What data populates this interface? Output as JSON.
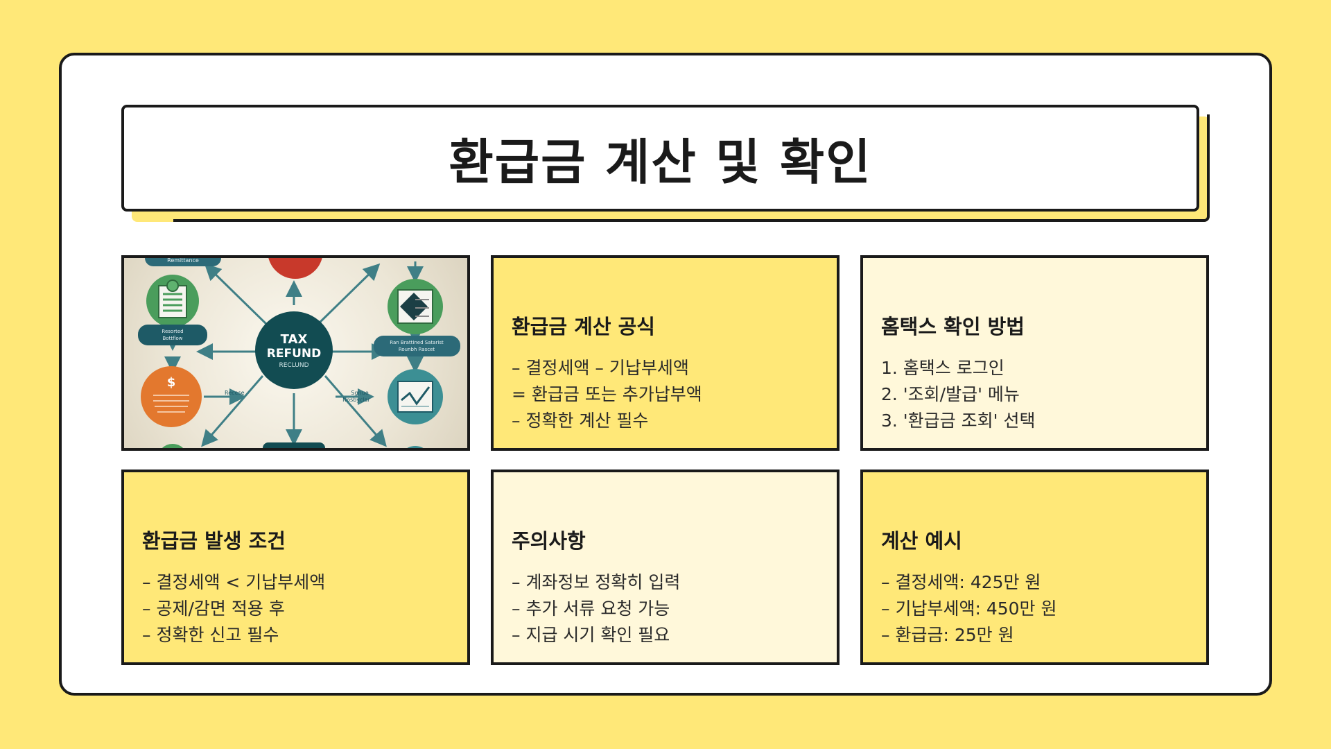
{
  "title": "환급금 계산 및 확인",
  "image": {
    "center_line1": "TAX",
    "center_line2": "REFUND",
    "center_line3": "RECLUND",
    "small_labels": [
      "Remittance",
      "Resorted",
      "Bottflow",
      "Ran Brattined Satarist",
      "Rounbh Rascet",
      "Recese",
      "Sgnue",
      "Nosbyclar",
      "$"
    ]
  },
  "cards": [
    {
      "heading": "환급금 계산 공식",
      "items": [
        "– 결정세액 – 기납부세액",
        "= 환급금 또는 추가납부액",
        "– 정확한 계산 필수"
      ]
    },
    {
      "heading": "홈택스 확인 방법",
      "items": [
        "1. 홈택스 로그인",
        "2. '조회/발급' 메뉴",
        "3. '환급금 조회' 선택"
      ]
    },
    {
      "heading": "환급금 발생 조건",
      "items": [
        "– 결정세액 < 기납부세액",
        "– 공제/감면 적용 후",
        "– 정확한 신고 필수"
      ]
    },
    {
      "heading": "주의사항",
      "items": [
        "– 계좌정보 정확히 입력",
        "– 추가 서류 요청 가능",
        "– 지급 시기 확인 필요"
      ]
    },
    {
      "heading": "계산 예시",
      "items": [
        "– 결정세액: 425만 원",
        "– 기납부세액: 450만 원",
        "– 환급금: 25만 원"
      ]
    }
  ],
  "colors": {
    "background": "#FFE878",
    "card_yellow": "#FFE878",
    "card_cream": "#FFF8DA",
    "border": "#1a1a1a",
    "teal": "#1e5a66"
  }
}
